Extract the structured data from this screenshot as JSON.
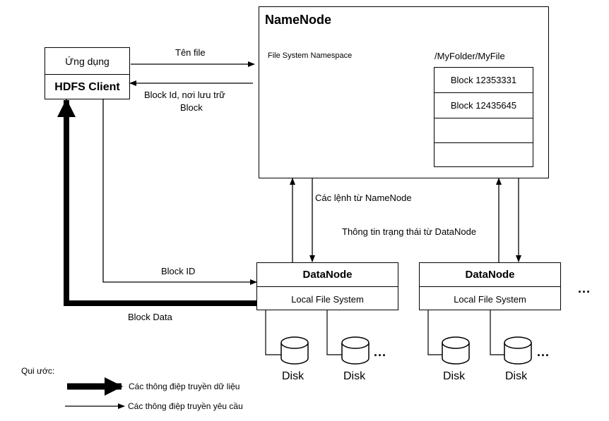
{
  "client": {
    "app_label": "Ứng dụng",
    "client_label": "HDFS Client"
  },
  "namenode": {
    "title": "NameNode",
    "namespace_label": "File System Namespace",
    "file_path": "/MyFolder/MyFile",
    "blocks": [
      "Block 12353331",
      "Block 12435645",
      "",
      ""
    ]
  },
  "messages": {
    "file_name": "Tên file",
    "block_id_location_line1": "Block Id, nơi lưu trữ",
    "block_id_location_line2": "Block",
    "commands_from_namenode": "Các lệnh từ NameNode",
    "status_from_datanode": "Thông tin trạng thái từ DataNode",
    "block_id": "Block ID",
    "block_data": "Block Data"
  },
  "datanodes": [
    {
      "title": "DataNode",
      "fs_label": "Local File System",
      "disks": [
        "Disk",
        "Disk"
      ]
    },
    {
      "title": "DataNode",
      "fs_label": "Local File System",
      "disks": [
        "Disk",
        "Disk"
      ]
    }
  ],
  "ellipsis": "...",
  "legend": {
    "title": "Qui ước:",
    "data_messages": "Các thông điệp truyền dữ liệu",
    "request_messages": "Các thông điệp truyền yêu cầu"
  }
}
